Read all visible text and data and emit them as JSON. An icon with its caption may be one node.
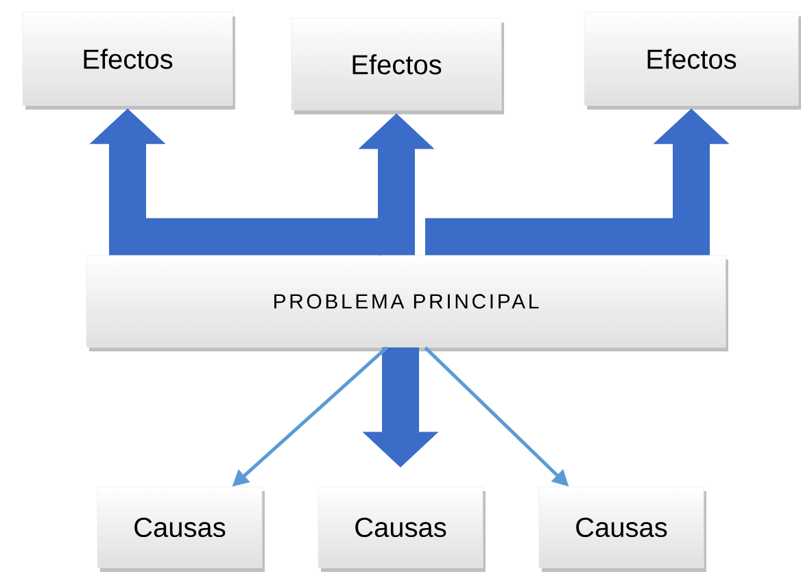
{
  "diagram": {
    "nodes": [
      {
        "text": [
          "Efectos"
        ]
      },
      {
        "text": [
          "Efectos"
        ]
      },
      {
        "text": [
          "Efectos"
        ]
      },
      {
        "text": [
          "PROBLEMA PRINCIPAL"
        ]
      },
      {
        "text": [
          "Causas"
        ]
      },
      {
        "text": [
          "Causas"
        ]
      },
      {
        "text": [
          "Causas"
        ]
      }
    ],
    "edges": [
      {
        "from": 3,
        "to": 0,
        "arrow": "to"
      },
      {
        "from": 3,
        "to": 1,
        "arrow": "to"
      },
      {
        "from": 3,
        "to": 2,
        "arrow": "to"
      },
      {
        "from": 3,
        "to": 5,
        "arrow": "to"
      },
      {
        "from": 3,
        "to": 4,
        "arrow": "to",
        "color": "#5b9bd5"
      },
      {
        "from": 3,
        "to": 6,
        "arrow": "to",
        "color": "#5b9bd5"
      }
    ]
  }
}
